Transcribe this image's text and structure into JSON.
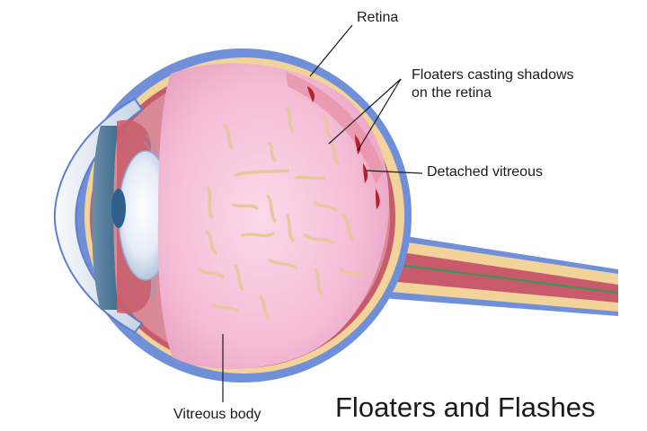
{
  "labels": {
    "retina": "Retina",
    "floaters_line1": "Floaters casting shadows",
    "floaters_line2": "on the retina",
    "detached_vitreous": "Detached vitreous",
    "vitreous_body": "Vitreous body"
  },
  "title": "Floaters and Flashes",
  "colors": {
    "sclera": "#6f8fd9",
    "choroid": "#c75a6b",
    "retina": "#f2d39a",
    "vitreous": "#f7c4dc",
    "floaters": "#e8c79a",
    "lens": "#dfe8f5",
    "cornea": "#eef2f8",
    "blood": "#b5222b"
  }
}
